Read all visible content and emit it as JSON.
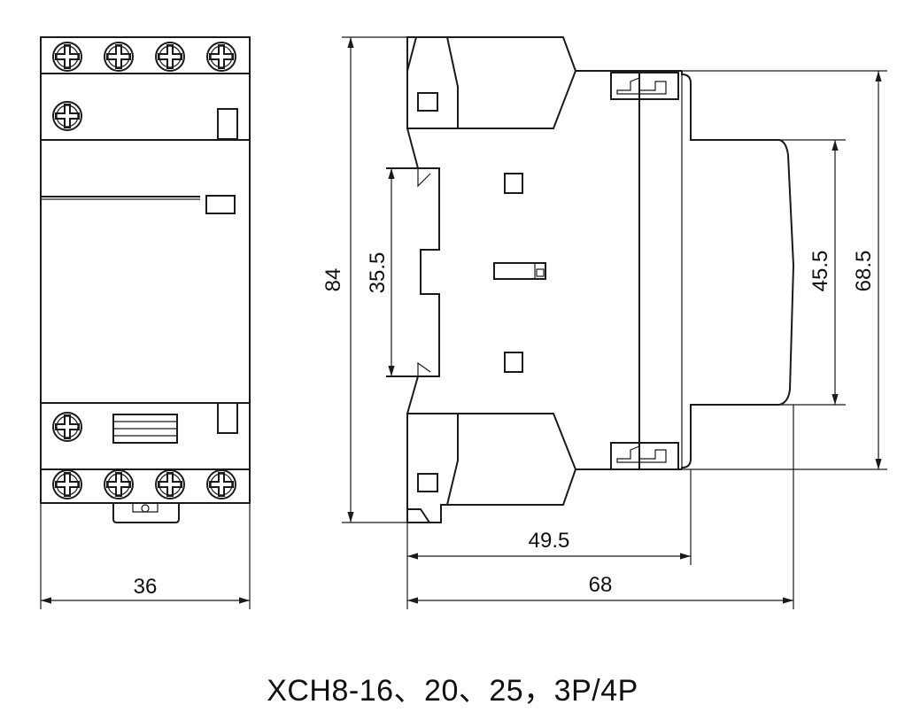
{
  "dimensions": {
    "front_width": "36",
    "overall_height": "84",
    "rail_slot_height": "35.5",
    "body_height": "45.5",
    "front_face_height": "68.5",
    "depth_to_face": "49.5",
    "overall_depth": "68"
  },
  "caption": "XCH8-16、20、25，3P/4P"
}
